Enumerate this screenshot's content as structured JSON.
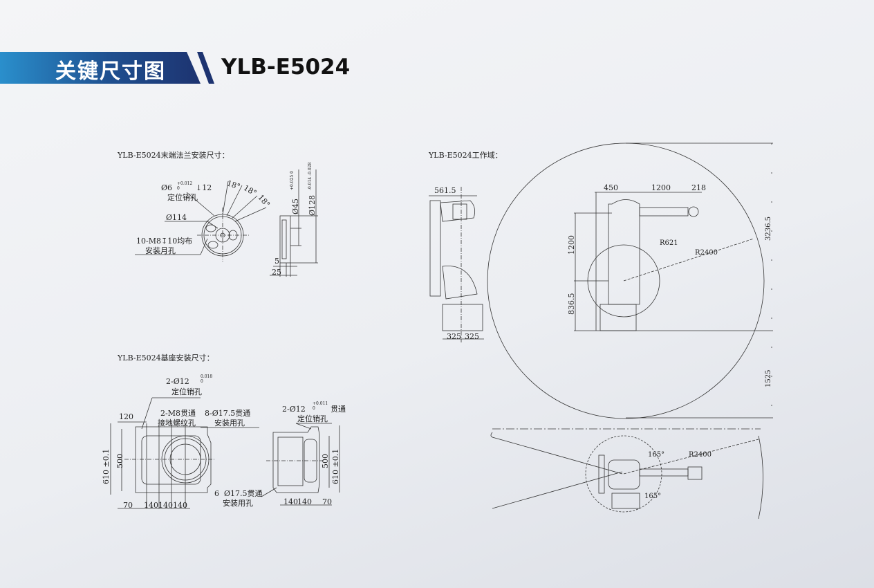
{
  "header": {
    "title": "关键尺寸图",
    "model": "YLB-E5024"
  },
  "flange": {
    "title": "YLB-E5024末端法兰安装尺寸：",
    "pin_dia": "Ø6",
    "pin_tol": "+0.012\n0",
    "pin_depth": "↓12",
    "pin_label": "定位销孔",
    "angles": [
      "18°",
      "18°",
      "18°"
    ],
    "pcd": "Ø114",
    "thread": "10-M8↧10均布",
    "thread_label": "安装月孔",
    "d45": "Ø45",
    "d45_tol": "+0.025 0",
    "d128": "Ø128",
    "d128_tol": "-0.014 -0.028",
    "dim5": "5",
    "dim25": "25"
  },
  "base": {
    "title": "YLB-E5024基座安装尺寸：",
    "pin_left": "2-Ø12",
    "pin_left_tol": "0.018\n0",
    "pin_left_label": "定位销孔",
    "dim120": "120",
    "ground": "2-M8贯通",
    "ground_label": "接地螺纹孔",
    "mount8": "8-Ø17.5贯通",
    "mount8_label": "安装用孔",
    "dim500": "500",
    "dim610": "610 ±0.1",
    "bottom_left": [
      "70",
      "140",
      "140",
      "140"
    ],
    "pin_right": "2-Ø12",
    "pin_right_tol": "+0.011\n0",
    "pin_right_thru": "贯通",
    "pin_right_label": "定位销孔",
    "mount6": "6  Ø17.5贯通",
    "mount6_label": "安装用孔",
    "bottom_right": [
      "140",
      "140",
      "70"
    ],
    "dim500_r": "500",
    "dim610_r": "610 ±0.1"
  },
  "workspace": {
    "title": "YLB-E5024工作域：",
    "dim561": "561.5",
    "dim325a": "325",
    "dim325b": "325",
    "dim450": "450",
    "dim1200h": "1200",
    "dim218": "218",
    "dim1200v": "1200",
    "dim836": "836.5",
    "r621": "R621",
    "r2400": "R2400",
    "dim3236": "3236.5",
    "dim1525": "1525",
    "angle_top": "165°",
    "angle_bottom": "165°",
    "r2400_top": "R2400"
  }
}
